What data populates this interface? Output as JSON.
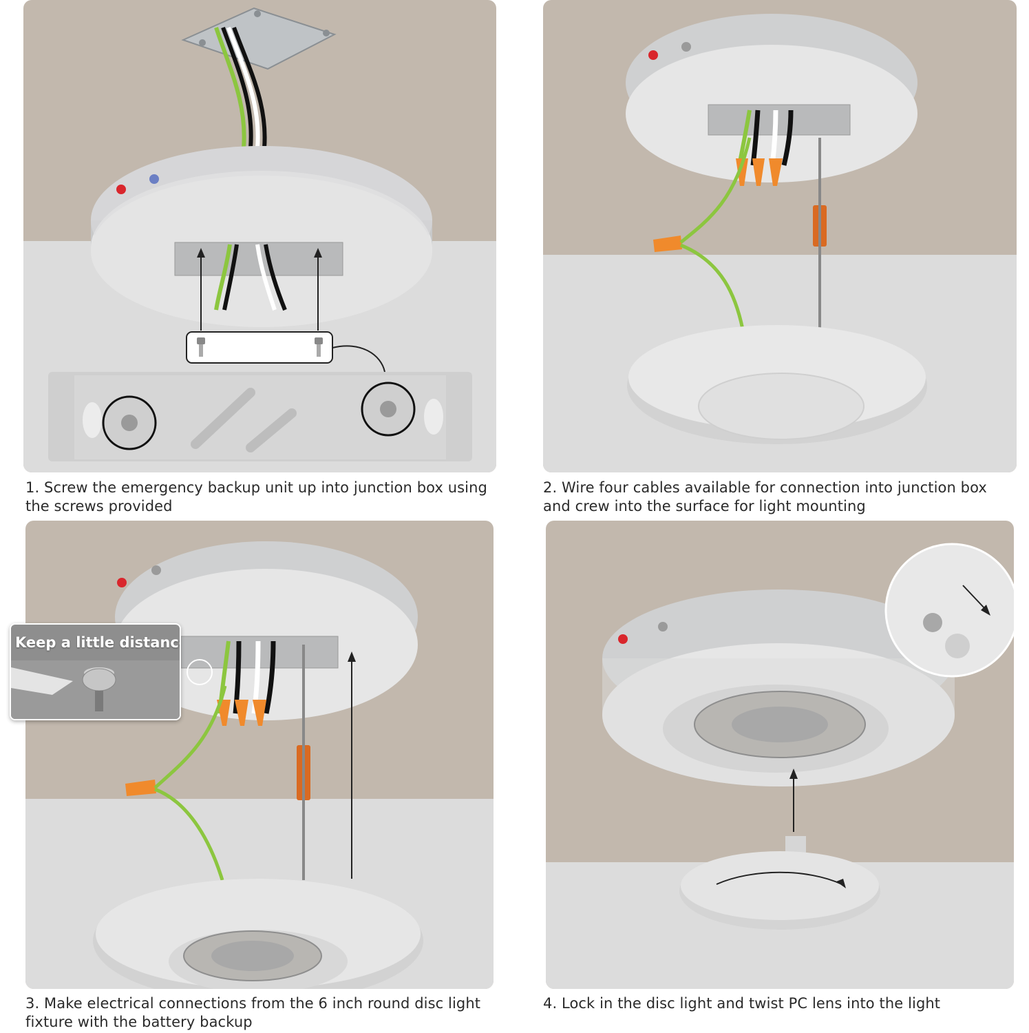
{
  "steps": [
    {
      "number": 1,
      "caption": "1. Screw the emergency backup unit up into junction box using the screws provided"
    },
    {
      "number": 2,
      "caption": "2. Wire four cables available for connection into junction box and crew into the surface for light mounting"
    },
    {
      "number": 3,
      "caption": "3. Make electrical connections from the 6 inch round disc light fixture with the battery backup",
      "callout": "Keep a little distance"
    },
    {
      "number": 4,
      "caption": "4. Lock in the disc light and twist PC lens into the light"
    }
  ],
  "colors": {
    "ceiling": "#c2b8ad",
    "wall": "#dcdcdc",
    "fixture": "#e6e6e6",
    "ground_wire": "#8cc63f",
    "wire_nut": "#f08a2c",
    "indicator_red": "#d9262c"
  },
  "icons": [
    "junction-box-icon",
    "screw-icon",
    "wire-nut-icon",
    "arrow-icon",
    "led-module-icon",
    "pc-lens-icon"
  ]
}
